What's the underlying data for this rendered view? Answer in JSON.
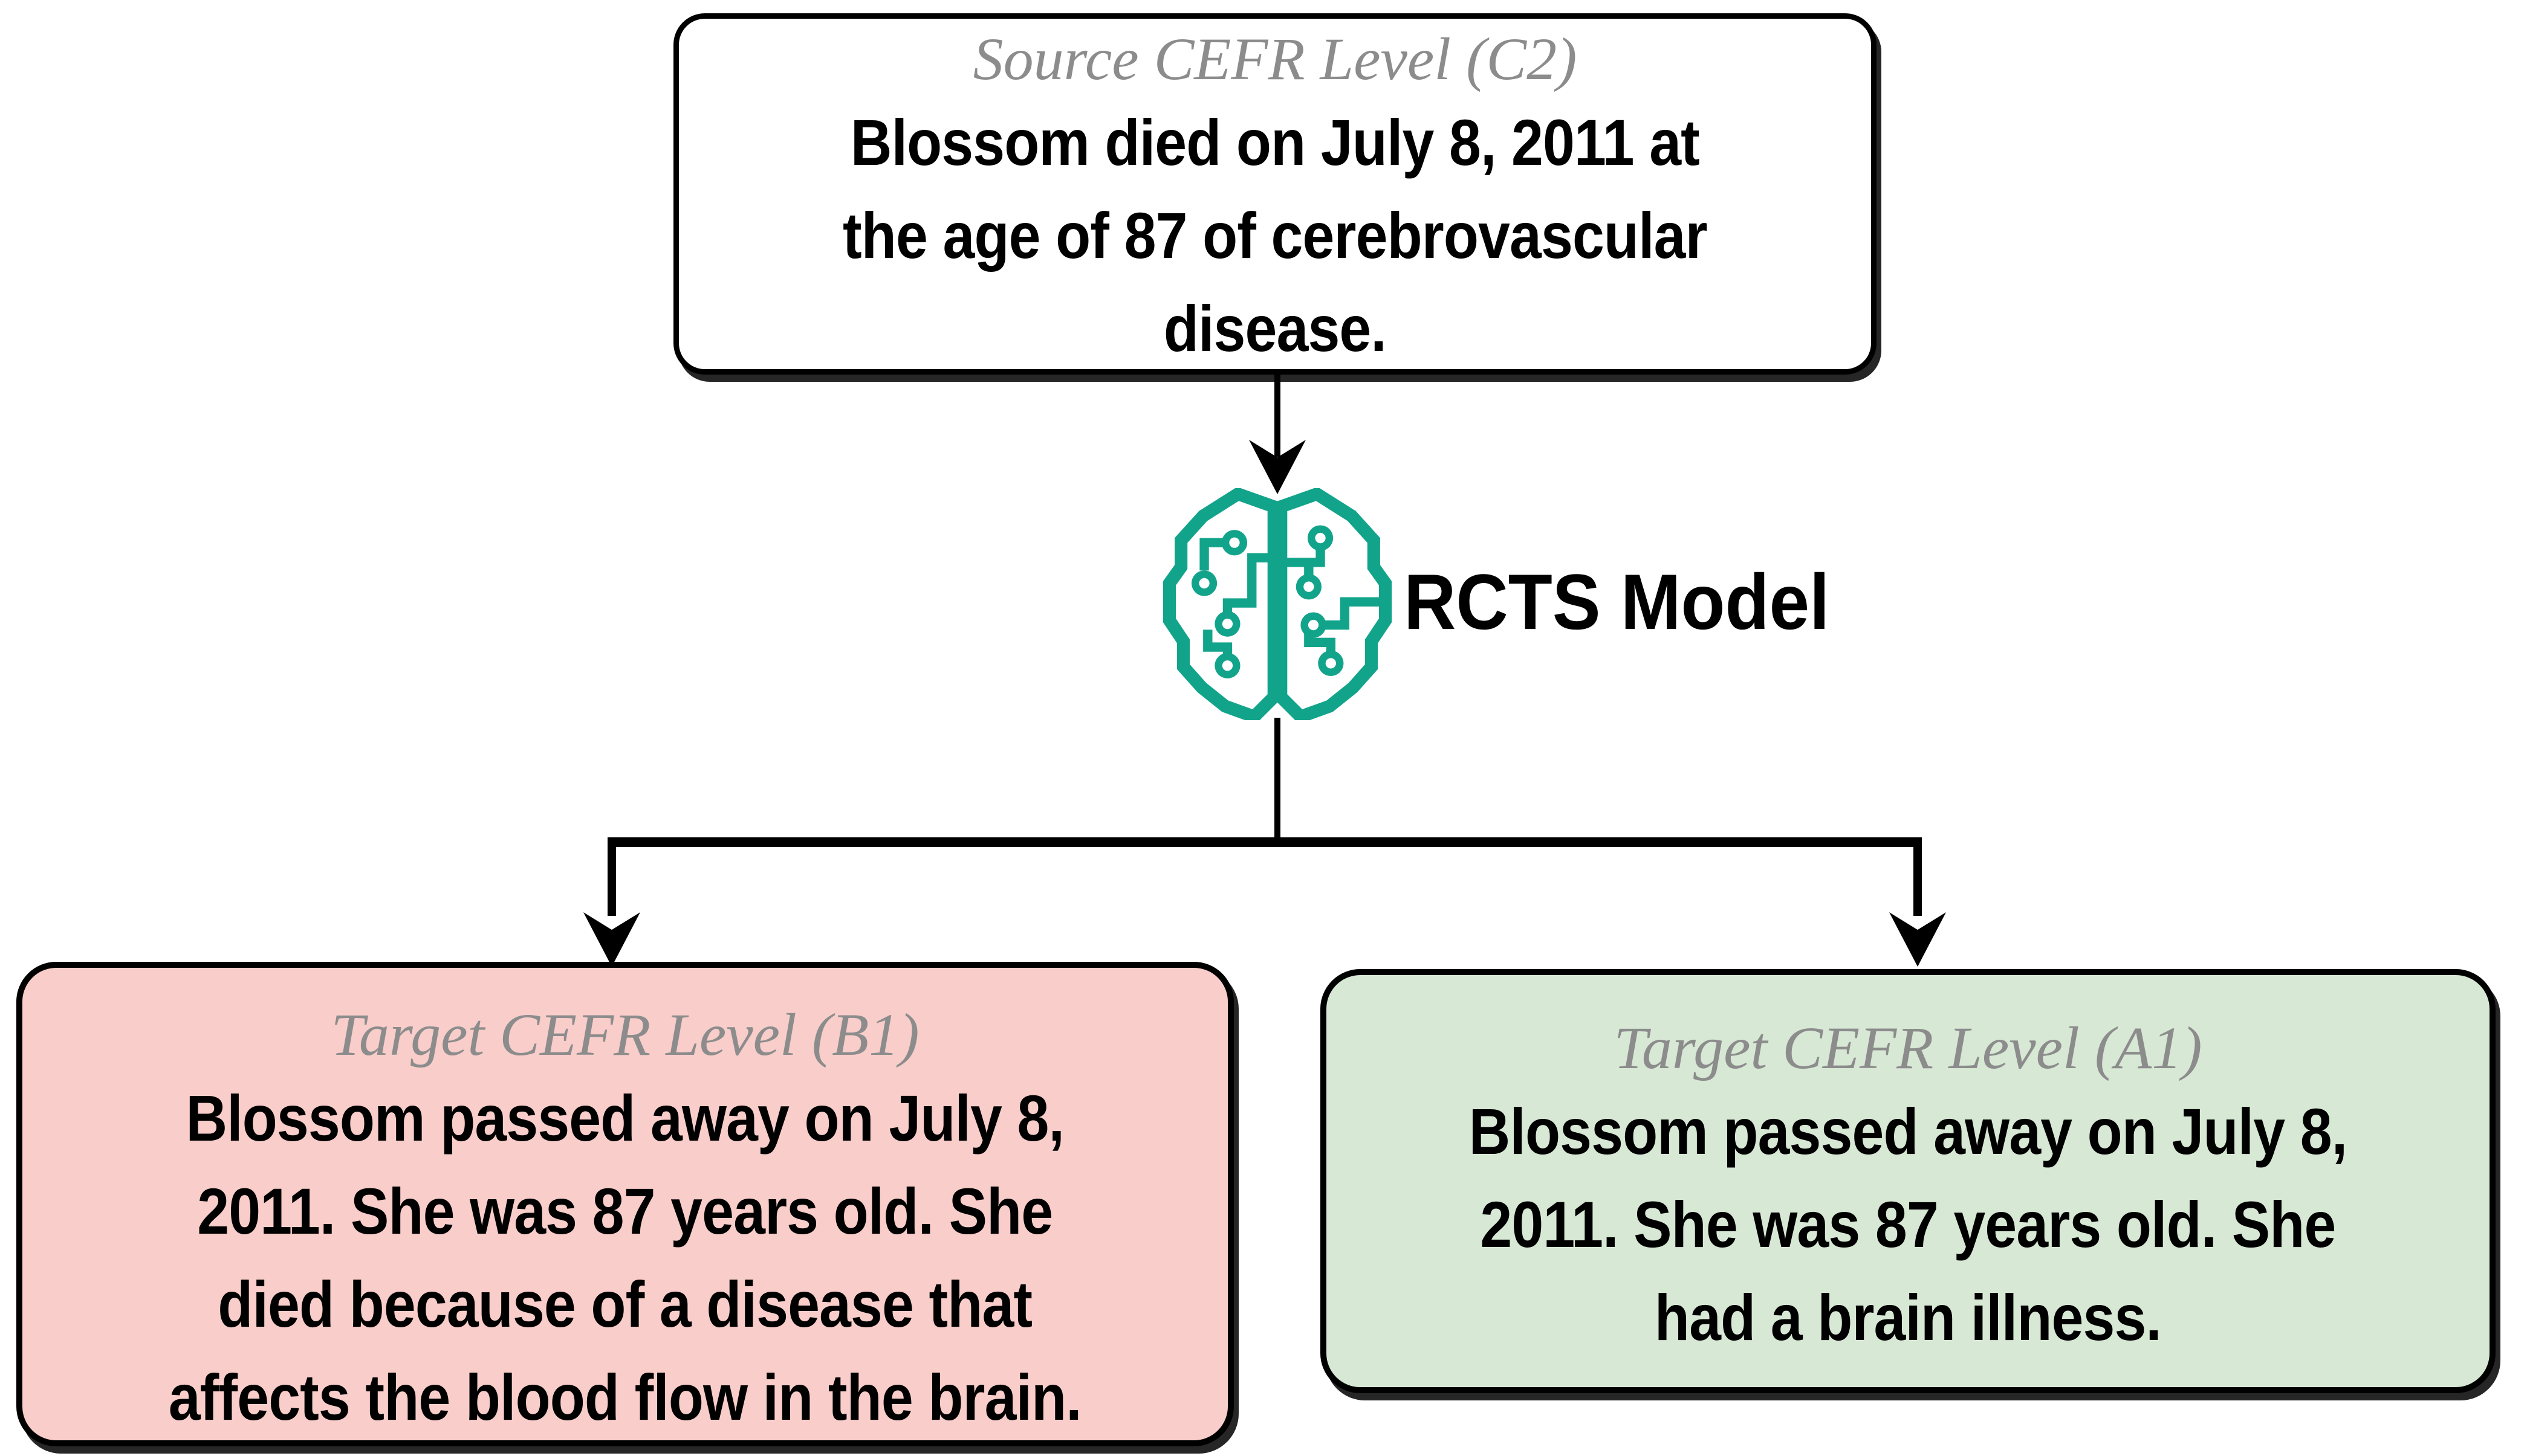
{
  "figure": {
    "source_box": {
      "title": "Source CEFR Level (C2)",
      "text": "Blossom died on July 8, 2011 at\nthe age of 87 of cerebrovascular\ndisease."
    },
    "model": {
      "label": "RCTS Model",
      "icon": "circuit-brain-icon",
      "icon_color": "#12A48B"
    },
    "target_b1": {
      "title": "Target CEFR Level (B1)",
      "text": "Blossom passed away on July 8,\n2011. She was 87 years old. She\ndied because of a disease that\naffects the blood flow in the brain.",
      "bg_color": "#F8CDCA"
    },
    "target_a1": {
      "title": "Target CEFR Level (A1)",
      "text": "Blossom passed away on July 8,\n2011. She was 87 years old. She\nhad a brain illness.",
      "bg_color": "#D7E8D5"
    },
    "colors": {
      "title_gray": "#8C8C8C",
      "line_black": "#000000",
      "source_bg": "#FFFFFF"
    }
  }
}
